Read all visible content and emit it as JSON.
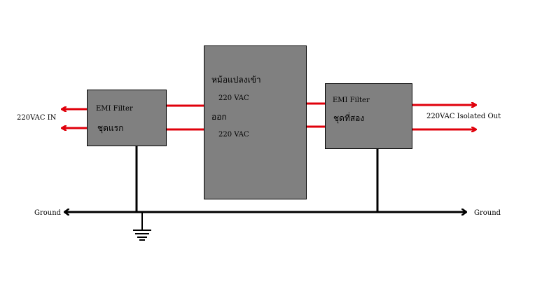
{
  "diagram": {
    "input_label": "220VAC IN",
    "output_label": "220VAC Isolated Out",
    "ground_left_label": "Ground",
    "ground_right_label": "Ground",
    "filter1": {
      "title": "EMI Filter",
      "subtitle": "ชุดแรก"
    },
    "transformer": {
      "line1": "หม้อแปลงเข้า",
      "line2": "220 VAC",
      "line3": "ออก",
      "line4": "220 VAC"
    },
    "filter2": {
      "title": "EMI Filter",
      "subtitle": "ชุดที่สอง"
    }
  },
  "colors": {
    "wire_red": "#e0000b",
    "ground_wire": "#000000",
    "block_fill": "#808080"
  }
}
